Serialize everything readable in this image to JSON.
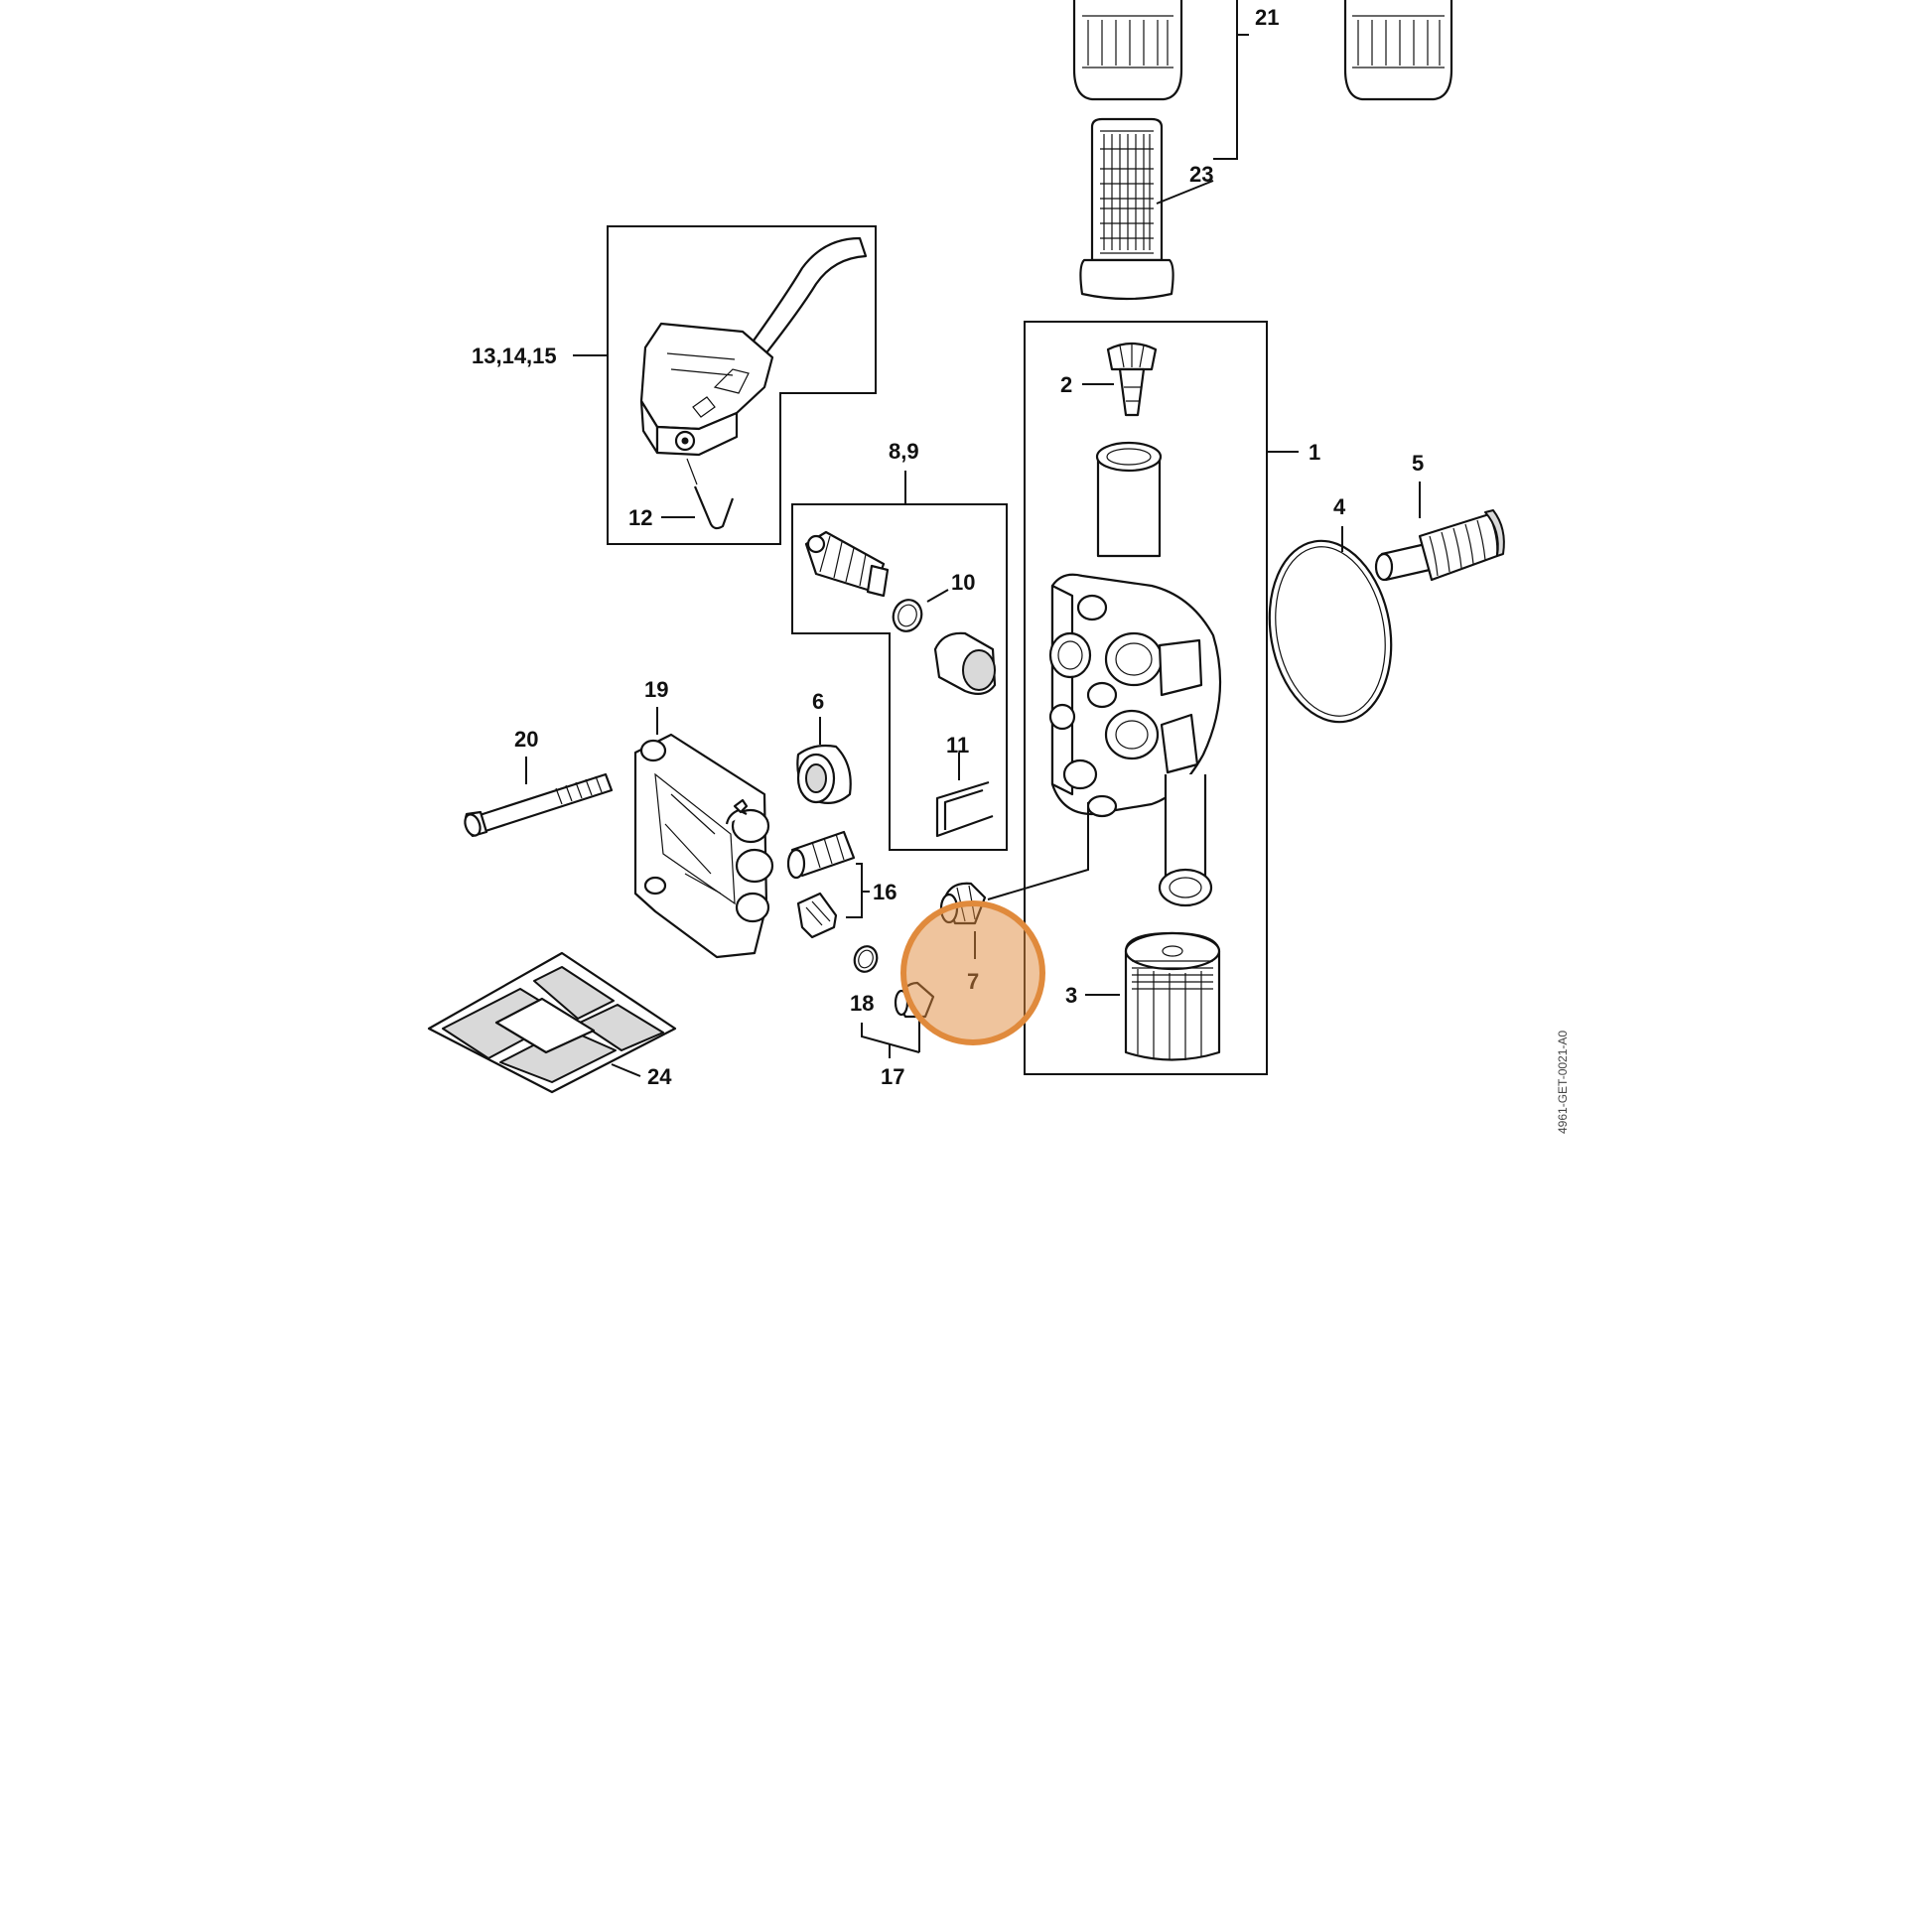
{
  "diagram": {
    "drawing_code": "4961-GET-0021-A0",
    "highlight": {
      "label": "7",
      "color": "#e08a3c"
    },
    "labels": {
      "l21": "21",
      "l23": "23",
      "l13_14_15": "13,14,15",
      "l2": "2",
      "l1": "1",
      "l8_9": "8,9",
      "l12": "12",
      "l5": "5",
      "l4": "4",
      "l10": "10",
      "l19": "19",
      "l6": "6",
      "l20": "20",
      "l11": "11",
      "l16": "16",
      "l7": "7",
      "l3": "3",
      "l18": "18",
      "l24": "24",
      "l17": "17"
    }
  }
}
